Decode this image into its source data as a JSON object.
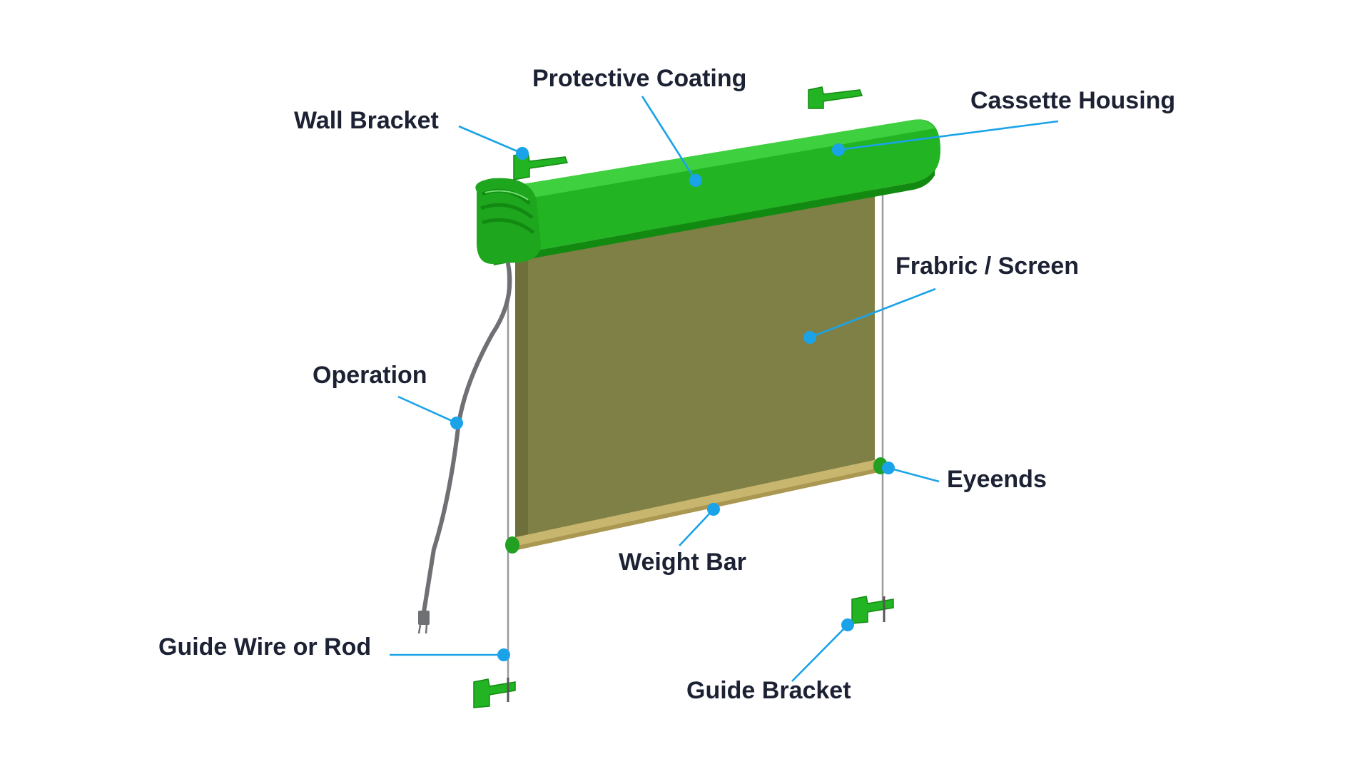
{
  "colors": {
    "accent": "#1aa3e8",
    "label_text": "#1c2233",
    "cassette_green": "#22b422",
    "cassette_dark": "#128a12",
    "fabric": "#7f8046",
    "fabric_dark": "#6e6f3a",
    "weight_bar": "#c8b56e",
    "cable": "#6f7074",
    "wire": "#9a9a9a",
    "background": "#ffffff"
  },
  "labels": {
    "protective_coating": "Protective Coating",
    "cassette_housing": "Cassette Housing",
    "wall_bracket": "Wall Bracket",
    "fabric_screen": "Frabric / Screen",
    "operation": "Operation",
    "eyeends": "Eyeends",
    "weight_bar": "Weight Bar",
    "guide_wire_or_rod": "Guide Wire or Rod",
    "guide_bracket": "Guide Bracket"
  }
}
